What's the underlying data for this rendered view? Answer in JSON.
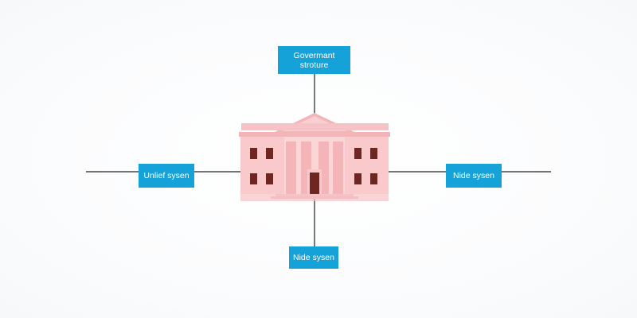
{
  "diagram": {
    "center": {
      "icon": "government-building-icon",
      "facade_color": "#f9c9cb",
      "roof_color": "#f4b5b8",
      "window_color": "#6e2620"
    },
    "nodes": {
      "top": {
        "label": "Govermant\nstroture"
      },
      "left": {
        "label": "Unlief sysen"
      },
      "right": {
        "label": "Nide sysen"
      },
      "bottom": {
        "label": "Nide sysen"
      }
    },
    "node_color": "#14a2d8",
    "connector_color": "#222222"
  }
}
